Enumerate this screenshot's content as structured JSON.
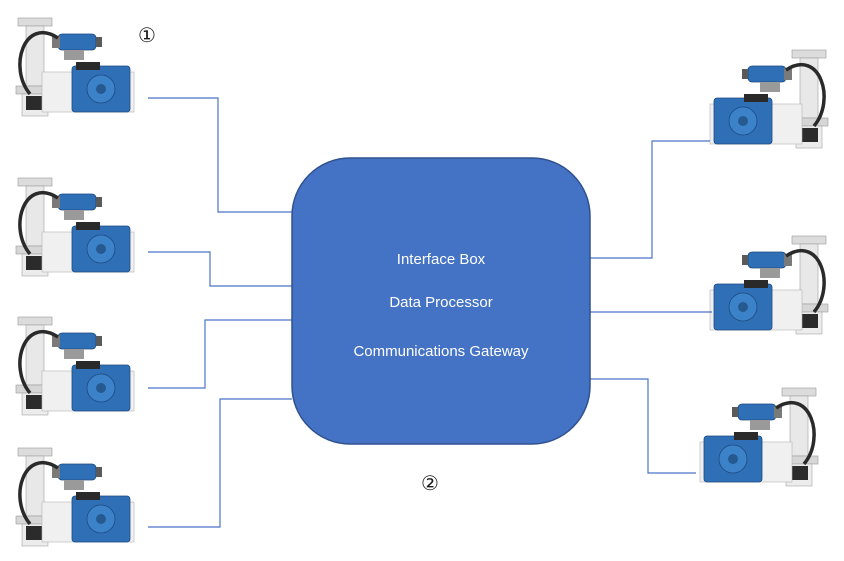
{
  "diagram": {
    "hub": {
      "lines": [
        "Interface Box",
        "Data Processor",
        "Communications Gateway"
      ],
      "fill_color": "#4472c4",
      "border_color": "#2f528f"
    },
    "markers": {
      "marker_1": "①",
      "marker_2": "②"
    },
    "device_icon": "gearbox-actuator-valve-icon",
    "devices_left_count": 4,
    "devices_right_count": 3,
    "wire_color": "#4a74c9"
  }
}
